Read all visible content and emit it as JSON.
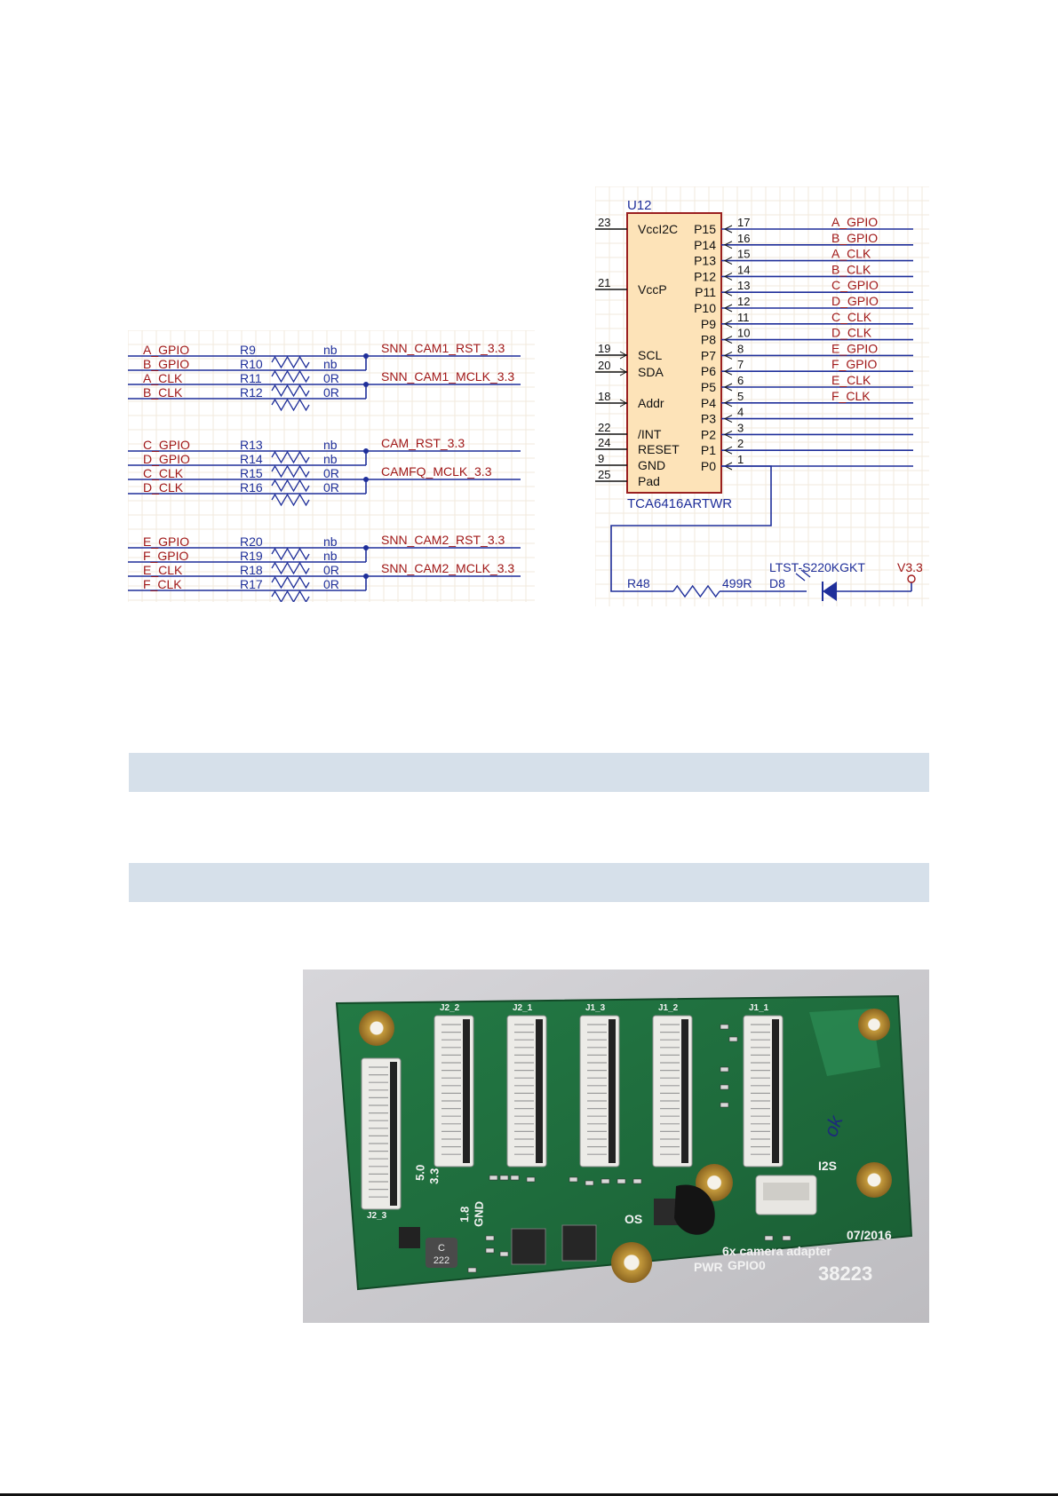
{
  "resistor_schematic": {
    "groups": [
      {
        "signals": [
          "A_GPIO",
          "B_GPIO",
          "A_CLK",
          "B_CLK"
        ],
        "resistors": [
          "R9",
          "R10",
          "R11",
          "R12"
        ],
        "values": [
          "nb",
          "nb",
          "0R",
          "0R"
        ],
        "nets": [
          "SNN_CAM1_RST_3.3",
          "SNN_CAM1_MCLK_3.3"
        ]
      },
      {
        "signals": [
          "C_GPIO",
          "D_GPIO",
          "C_CLK",
          "D_CLK"
        ],
        "resistors": [
          "R13",
          "R14",
          "R15",
          "R16"
        ],
        "values": [
          "nb",
          "nb",
          "0R",
          "0R"
        ],
        "nets": [
          "CAM_RST_3.3",
          "CAMFQ_MCLK_3.3"
        ]
      },
      {
        "signals": [
          "E_GPIO",
          "F_GPIO",
          "E_CLK",
          "F_CLK"
        ],
        "resistors": [
          "R20",
          "R19",
          "R18",
          "R17"
        ],
        "values": [
          "nb",
          "nb",
          "0R",
          "0R"
        ],
        "nets": [
          "SNN_CAM2_RST_3.3",
          "SNN_CAM2_MCLK_3.3"
        ]
      }
    ]
  },
  "expander_schematic": {
    "designator": "U12",
    "part": "TCA6416ARTWR",
    "left_pins": [
      {
        "num": "23",
        "name": "VccI2C"
      },
      {
        "num": "21",
        "name": "VccP"
      },
      {
        "num": "19",
        "name": "SCL"
      },
      {
        "num": "20",
        "name": "SDA"
      },
      {
        "num": "18",
        "name": "Addr"
      },
      {
        "num": "22",
        "name": "/INT"
      },
      {
        "num": "24",
        "name": "RESET"
      },
      {
        "num": "9",
        "name": "GND"
      },
      {
        "num": "25",
        "name": "Pad"
      }
    ],
    "right_pins": [
      {
        "name": "P15",
        "num": "17",
        "net": "A_GPIO"
      },
      {
        "name": "P14",
        "num": "16",
        "net": "B_GPIO"
      },
      {
        "name": "P13",
        "num": "15",
        "net": "A_CLK"
      },
      {
        "name": "P12",
        "num": "14",
        "net": "B_CLK"
      },
      {
        "name": "P11",
        "num": "13",
        "net": "C_GPIO"
      },
      {
        "name": "P10",
        "num": "12",
        "net": "D_GPIO"
      },
      {
        "name": "P9",
        "num": "11",
        "net": "C_CLK"
      },
      {
        "name": "P8",
        "num": "10",
        "net": "D_CLK"
      },
      {
        "name": "P7",
        "num": "8",
        "net": "E_GPIO"
      },
      {
        "name": "P6",
        "num": "7",
        "net": "F_GPIO"
      },
      {
        "name": "P5",
        "num": "6",
        "net": "E_CLK"
      },
      {
        "name": "P4",
        "num": "5",
        "net": "F_CLK"
      },
      {
        "name": "P3",
        "num": "4",
        "net": ""
      },
      {
        "name": "P2",
        "num": "3",
        "net": ""
      },
      {
        "name": "P1",
        "num": "2",
        "net": ""
      },
      {
        "name": "P0",
        "num": "1",
        "net": ""
      }
    ],
    "led_resistor": "R48",
    "led_resistor_value": "499R",
    "led_designator": "D8",
    "led_part": "LTST-S220KGKT",
    "power_net": "V3.3"
  },
  "photo": {
    "connectors": [
      "J2_2",
      "J2_1",
      "J1_3",
      "J1_2",
      "J1_1",
      "J2_3"
    ],
    "silk_voltages": [
      "5.0",
      "3.3",
      "1.8",
      "GND"
    ],
    "silk_os": "OS",
    "silk_i2s": "I2S",
    "silk_date": "07/2016",
    "silk_title": "6x camera adapter",
    "silk_number": "38223",
    "silk_pwr": "PWR",
    "silk_gpio": "GPIO0",
    "handwritten_ok": "ok",
    "inductor_label": "222",
    "inductor_letter": "C",
    "colors": {
      "pcb": "#1f6b3c",
      "silk": "#f2f2f2",
      "background": "#c9c9cb"
    }
  },
  "colors": {
    "grid": "#f2eadc",
    "wire": "#1f2f9a",
    "label_red": "#a01818",
    "label_blue": "#1f2f9a",
    "ic_fill": "#fde3b8",
    "ic_border": "#9a2020",
    "bar": "#d6e0ea"
  }
}
